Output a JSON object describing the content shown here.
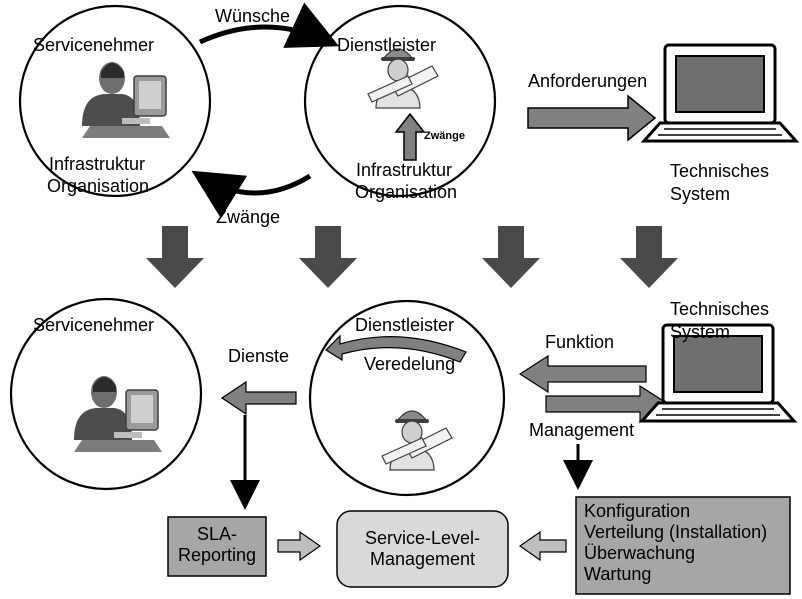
{
  "top": {
    "consumer": {
      "title": "Servicenehmer",
      "line1": "Infrastruktur",
      "line2": "Organisation"
    },
    "provider": {
      "title": "Dienstleister",
      "constraint": "Zwänge",
      "line1": "Infrastruktur",
      "line2": "Organisation"
    },
    "wishes_label": "Wünsche",
    "constraints_label": "Zwänge",
    "requirements_label": "Anforderungen",
    "tech_system": {
      "line1": "Technisches",
      "line2": "System"
    }
  },
  "bottom": {
    "consumer": {
      "title": "Servicenehmer"
    },
    "services_label": "Dienste",
    "provider": {
      "title": "Dienstleister",
      "refinement": "Veredelung"
    },
    "function_label": "Funktion",
    "management_label": "Management",
    "tech_system": {
      "line1": "Technisches",
      "line2": "System"
    }
  },
  "boxes": {
    "sla_reporting": {
      "line1": "SLA-",
      "line2": "Reporting"
    },
    "slm": {
      "line1": "Service-Level-",
      "line2": "Management"
    },
    "ops": {
      "line1": "Konfiguration",
      "line2": "Verteilung (Installation)",
      "line3": "Überwachung",
      "line4": "Wartung"
    }
  },
  "colors": {
    "arrow_fill": "#808080",
    "arrow_dark": "#4a4a4a",
    "box_fill": "#a6a6a6",
    "slm_fill": "#d9d9d9"
  }
}
